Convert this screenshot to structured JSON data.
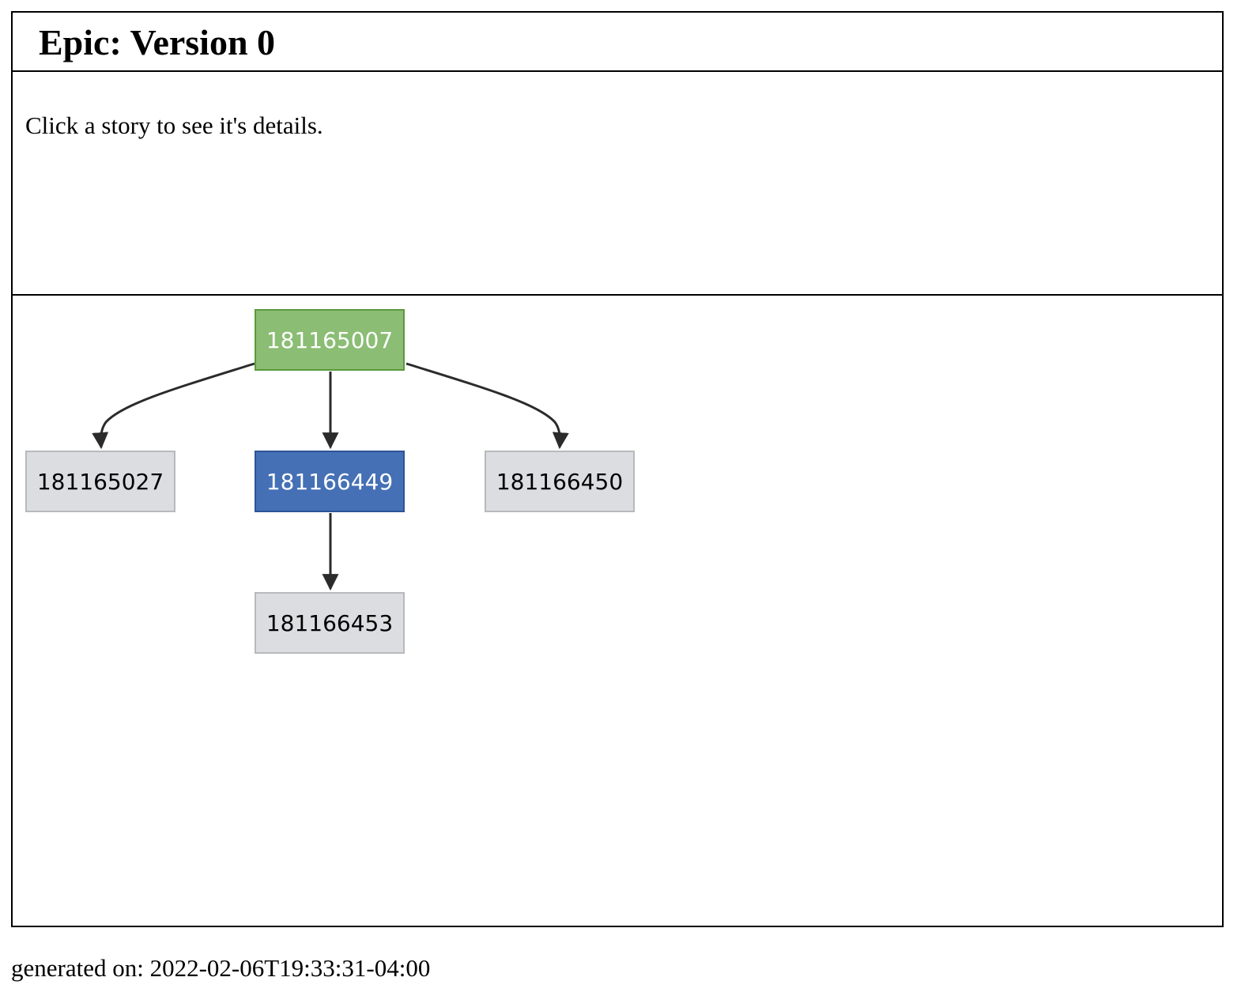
{
  "header": {
    "title": "Epic: Version 0"
  },
  "details": {
    "hint": "Click a story to see it's details."
  },
  "graph": {
    "nodes": [
      {
        "id": "181165007",
        "label": "181165007",
        "status": "root"
      },
      {
        "id": "181165027",
        "label": "181165027",
        "status": "plain"
      },
      {
        "id": "181166449",
        "label": "181166449",
        "status": "selected"
      },
      {
        "id": "181166450",
        "label": "181166450",
        "status": "plain"
      },
      {
        "id": "181166453",
        "label": "181166453",
        "status": "plain"
      }
    ],
    "edges": [
      {
        "from": "181165007",
        "to": "181165027"
      },
      {
        "from": "181165007",
        "to": "181166449"
      },
      {
        "from": "181165007",
        "to": "181166450"
      },
      {
        "from": "181166449",
        "to": "181166453"
      }
    ],
    "colors": {
      "root_fill": "#8bbd74",
      "selected_fill": "#4570b5",
      "plain_fill": "#dcdde0",
      "edge": "#2b2b2b"
    }
  },
  "footer": {
    "generated_text": "generated on: 2022-02-06T19:33:31-04:00"
  }
}
